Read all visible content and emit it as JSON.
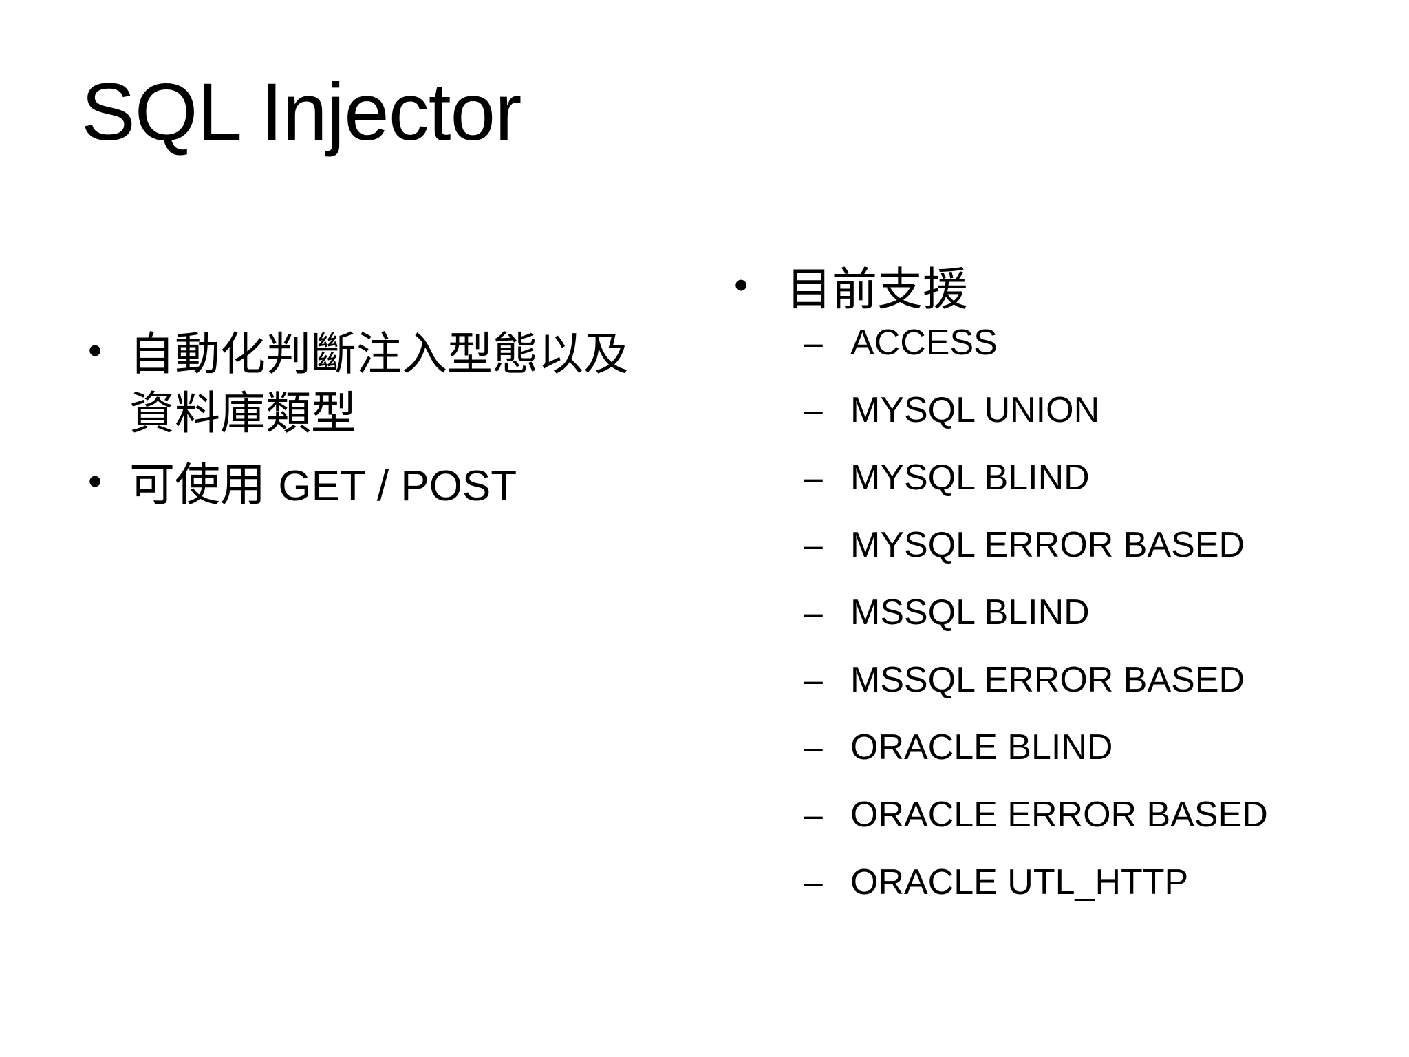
{
  "slide": {
    "background_color": "#ffffff",
    "text_color": "#000000",
    "title": "SQL Injector",
    "left_column": {
      "bullet_marker": "•",
      "items": [
        {
          "text": "自動化判斷注入型態以及資料庫類型"
        },
        {
          "text_cjk": "可使用 ",
          "text_latin": "GET / POST"
        }
      ]
    },
    "right_column": {
      "bullet_marker": "•",
      "sub_marker": "–",
      "heading": "目前支援",
      "items": [
        {
          "label": "ACCESS"
        },
        {
          "label": "MYSQL UNION"
        },
        {
          "label": "MYSQL BLIND"
        },
        {
          "label": "MYSQL ERROR BASED"
        },
        {
          "label": "MSSQL BLIND"
        },
        {
          "label": "MSSQL ERROR BASED"
        },
        {
          "label": "ORACLE BLIND"
        },
        {
          "label": "ORACLE ERROR BASED"
        },
        {
          "label": "ORACLE UTL_HTTP"
        }
      ]
    }
  }
}
